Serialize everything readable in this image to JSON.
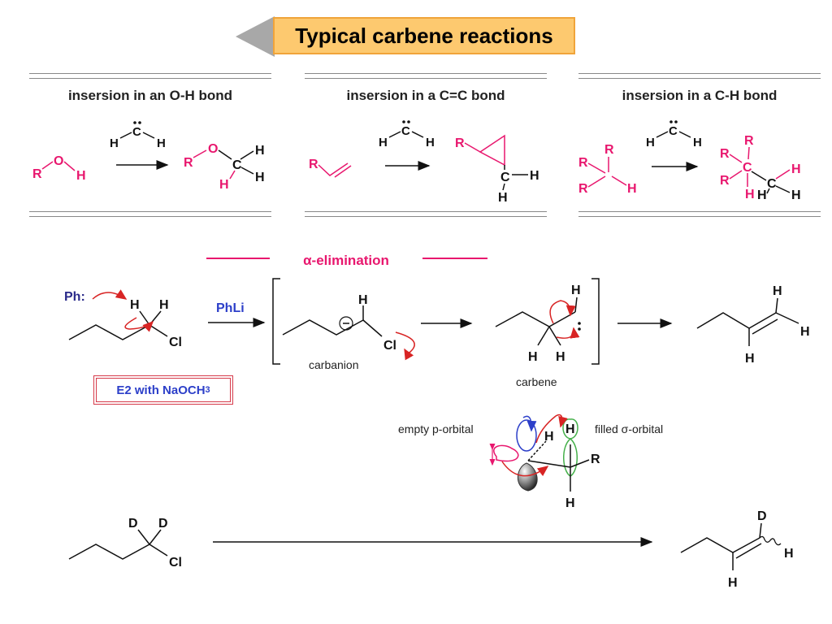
{
  "title": "Typical carbene reactions",
  "panels": [
    {
      "title": "insersion in an O-H bond"
    },
    {
      "title": "insersion in a C=C bond"
    },
    {
      "title": "insersion in a C-H bond"
    }
  ],
  "atoms": {
    "R": "R",
    "O": "O",
    "H": "H",
    "C": "C",
    "Cl": "Cl",
    "D": "D"
  },
  "alpha_elimination": "α-elimination",
  "reagent": "PhLi",
  "ph_label": "Ph:",
  "carbanion": "carbanion",
  "carbene": "carbene",
  "e2_label": "E2 with NaOCH",
  "e2_sub": "3",
  "empty_orbital": "empty p-orbital",
  "filled_orbital": "filled σ-orbital",
  "colors": {
    "magenta": "#e8176e",
    "blue": "#2c3fc9",
    "red": "#d82424",
    "green": "#45b04a",
    "navy": "#2a2a8a",
    "title_bg": "#fdc96f"
  }
}
